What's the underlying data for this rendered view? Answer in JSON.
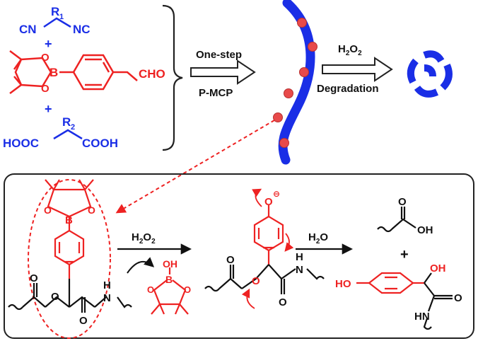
{
  "colors": {
    "monomer": "#1a2ee6",
    "boronate": "#ee2222",
    "polymer": "#1a2ee6",
    "bead": "#e84a4a",
    "frame": "#222222",
    "dashed_arrow": "#ee2222"
  },
  "monomers": {
    "isocyanide": {
      "left": "CN",
      "r_group": "R",
      "r_sub": "1",
      "right": "NC"
    },
    "plus_1": "+",
    "aldehyde_label": "CHO",
    "boron_label": "B",
    "o_top": "O",
    "o_bottom": "O",
    "plus_2": "+",
    "diacid": {
      "left": "HOOC",
      "r_group": "R",
      "r_sub": "2",
      "right": "COOH"
    }
  },
  "arrow_step1": {
    "top_label": "One-step",
    "bottom_label": "P-MCP"
  },
  "arrow_step2": {
    "reagent": "H",
    "reagent_sub": "2",
    "reagent_tail": "O",
    "reagent_sub2": "2",
    "bottom_label": "Degradation"
  },
  "mechanism": {
    "ester_o1": "O",
    "ester_o2": "O",
    "amide_o": "O",
    "amide_h": "H",
    "amide_n": "N",
    "boron": "B",
    "boron_o1": "O",
    "boron_o2": "O",
    "reagent1": {
      "a": "H",
      "sub1": "2",
      "b": "O",
      "sub2": "2"
    },
    "byproduct": {
      "oh": "OH",
      "b": "B",
      "o1": "O",
      "o2": "O"
    },
    "phenoxide_o": "O",
    "phenoxide_charge": "⊖",
    "int_o1": "O",
    "int_o2": "O",
    "int_amide_o": "O",
    "int_h": "H",
    "int_n": "N",
    "reagent2": {
      "a": "H",
      "sub1": "2",
      "b": "O"
    },
    "acid": {
      "o": "O",
      "oh": "OH"
    },
    "plus": "+",
    "product": {
      "ho": "HO",
      "oh": "OH",
      "amide_o": "O",
      "hn": "HN"
    }
  }
}
